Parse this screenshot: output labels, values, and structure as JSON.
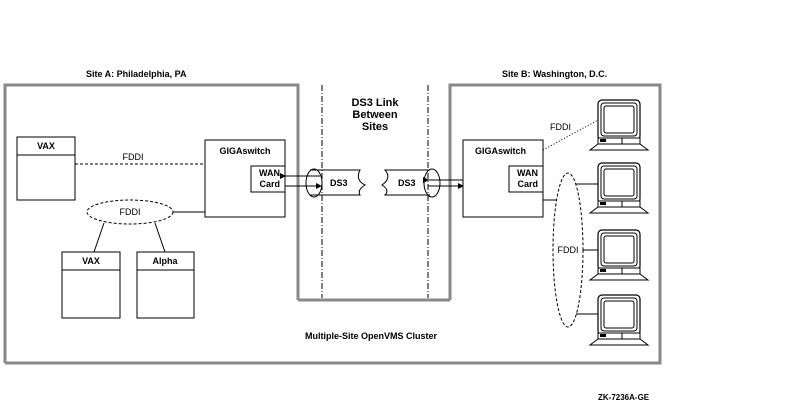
{
  "site_a": {
    "title": "Site A: Philadelphia, PA",
    "vax_top": "VAX",
    "fddi_link": "FDDI",
    "fddi_ring": "FDDI",
    "vax_bottom": "VAX",
    "alpha": "Alpha",
    "gigaswitch": "GIGAswitch",
    "wan_card": [
      "WAN",
      "Card"
    ]
  },
  "link": {
    "title": [
      "DS3 Link",
      "Between",
      "Sites"
    ],
    "ds3_left": "DS3",
    "ds3_right": "DS3"
  },
  "site_b": {
    "title": "Site B: Washington, D.C.",
    "gigaswitch": "GIGAswitch",
    "wan_card": [
      "WAN",
      "Card"
    ],
    "fddi_link": "FDDI",
    "fddi_ring": "FDDI",
    "workstation_count": 4
  },
  "cluster_label": "Multiple-Site OpenVMS Cluster",
  "figure_id": "ZK-7236A-GE"
}
